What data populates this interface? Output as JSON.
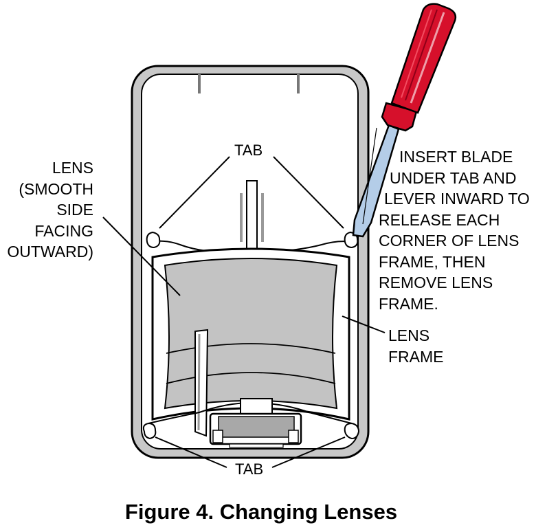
{
  "labels": {
    "lens": [
      "LENS",
      "(SMOOTH",
      "SIDE",
      "FACING",
      "OUTWARD)"
    ],
    "tab_top": "TAB",
    "tab_bottom": "TAB",
    "insert_blade": [
      "INSERT BLADE",
      "UNDER TAB AND",
      "LEVER INWARD TO",
      "RELEASE EACH",
      "CORNER OF LENS",
      "FRAME, THEN",
      "REMOVE LENS",
      "FRAME."
    ],
    "lens_frame": [
      "LENS",
      "FRAME"
    ]
  },
  "caption": "Figure 4. Changing Lenses",
  "colors": {
    "outline": "#000000",
    "housing": "#c8c8c8",
    "lens": "#c3c3c3",
    "screwdriver_handle": "#d6102b",
    "screwdriver_blade": "#b4cde8"
  }
}
